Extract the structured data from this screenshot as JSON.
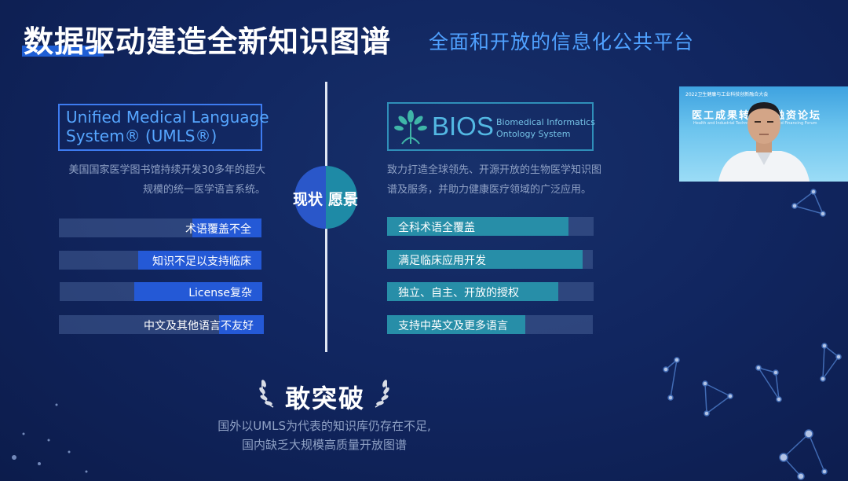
{
  "header": {
    "title": "数据驱动建造全新知识图谱",
    "subtitle": "全面和开放的信息化公共平台"
  },
  "center": {
    "left_label": "现状",
    "right_label": "愿景"
  },
  "left": {
    "logo_line1": "Unified Medical Language",
    "logo_line2": "System® (UMLS®)",
    "desc_line1": "美国国家医学图书馆持续开发30多年的超大",
    "desc_line2": "规模的统一医学语言系统。",
    "bars": [
      {
        "label": "术语覆盖不全",
        "fill": 0.34
      },
      {
        "label": "知识不足以支持临床",
        "fill": 0.61
      },
      {
        "label": "License复杂",
        "fill": 0.63
      },
      {
        "label": "中文及其他语言不友好",
        "fill": 0.22
      }
    ]
  },
  "right": {
    "logo_name": "BIOS",
    "logo_full1": "Biomedical Informatics",
    "logo_full2": "Ontology System",
    "desc_line1": "致力打造全球领先、开源开放的生物医学知识图",
    "desc_line2": "谱及服务，并助力健康医疗领域的广泛应用。",
    "bars": [
      {
        "label": "全科术语全覆盖",
        "fill": 0.88
      },
      {
        "label": "满足临床应用开发",
        "fill": 0.95
      },
      {
        "label": "独立、自主、开放的授权",
        "fill": 0.83
      },
      {
        "label": "支持中英文及更多语言",
        "fill": 0.67
      }
    ]
  },
  "footer": {
    "title": "敢突破",
    "desc_line1": "国外以UMLS为代表的知识库仍存在不足,",
    "desc_line2": "国内缺乏大规模高质量开放图谱"
  },
  "webcam": {
    "top_text": "2022卫生健康与工业科技创新融合大会",
    "banner": "医工成果转化与融资论坛",
    "sub_text": "Health and Industrial Technology Transfer and Financing Forum"
  },
  "colors": {
    "background": "#112660",
    "accent_blue": "#2459d6",
    "accent_teal": "#278ea8",
    "subtitle_blue": "#4fa1ff"
  },
  "icons": [
    "laurel-left-icon",
    "laurel-right-icon",
    "bios-tree-logo-icon"
  ]
}
